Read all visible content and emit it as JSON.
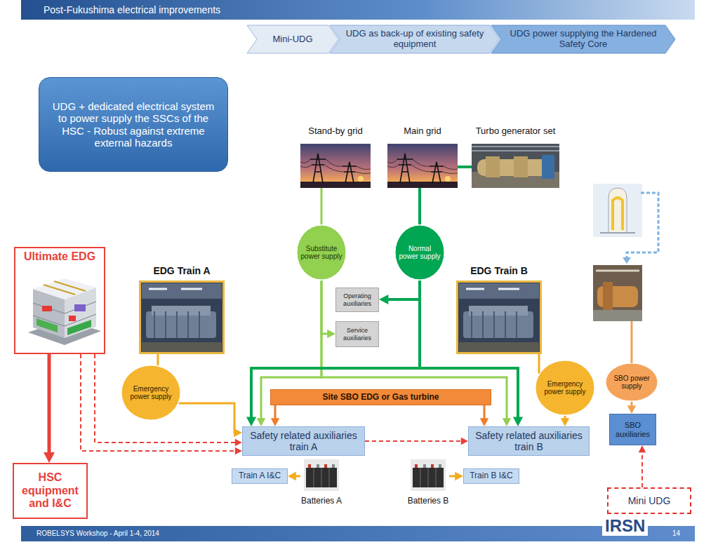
{
  "diagram": {
    "title": "Post-Fukushima electrical improvements",
    "nodes": [
      {
        "text": [
          "Mini-UDG"
        ]
      },
      {
        "text": [
          "UDG as back-up of existing safety equipment"
        ]
      },
      {
        "text": [
          "UDG power supplying the Hardened Safety Core"
        ]
      },
      {
        "text": [
          "UDG + dedicated electrical system to power supply the SSCs of the HSC - Robust against extreme external hazards"
        ]
      },
      {
        "text": [
          "Stand-by grid"
        ]
      },
      {
        "text": [
          "Main grid"
        ]
      },
      {
        "text": [
          "Turbo generator set"
        ]
      },
      {
        "text": [
          "Substitute power supply"
        ]
      },
      {
        "text": [
          "Normal power supply"
        ]
      },
      {
        "text": [
          "Ultimate EDG"
        ]
      },
      {
        "text": [
          "EDG Train A"
        ]
      },
      {
        "text": [
          "Operating auxiliaries"
        ]
      },
      {
        "text": [
          "Service auxiliaries"
        ]
      },
      {
        "text": [
          "EDG Train B"
        ]
      },
      {
        "text": [
          "Emergency power supply"
        ]
      },
      {
        "text": [
          "Emergency power supply"
        ]
      },
      {
        "text": [
          "Site SBO EDG or Gas turbine"
        ]
      },
      {
        "text": [
          "SBO power supply"
        ]
      },
      {
        "text": [
          "Safety related auxiliaries train A"
        ]
      },
      {
        "text": [
          "Safety related auxiliaries train B"
        ]
      },
      {
        "text": [
          "SBO auxiliaries"
        ]
      },
      {
        "text": [
          "HSC equipment and I&C"
        ]
      },
      {
        "text": [
          "Train A I&C"
        ]
      },
      {
        "text": [
          "Batteries A"
        ]
      },
      {
        "text": [
          "Batteries B"
        ]
      },
      {
        "text": [
          "Train B I&C"
        ]
      },
      {
        "text": [
          "Mini UDG"
        ]
      }
    ],
    "edges": [
      {
        "from": 4,
        "to": 7,
        "arrow": "none"
      },
      {
        "from": 5,
        "to": 8,
        "arrow": "none"
      },
      {
        "from": 6,
        "to": 5,
        "arrow": "none"
      },
      {
        "from": 7,
        "to": 12,
        "arrow": "to"
      },
      {
        "from": 7,
        "to": 18,
        "arrow": "to"
      },
      {
        "from": 7,
        "to": 19,
        "arrow": "to"
      },
      {
        "from": 8,
        "to": 11,
        "arrow": "to"
      },
      {
        "from": 8,
        "to": 18,
        "arrow": "to"
      },
      {
        "from": 8,
        "to": 19,
        "arrow": "to"
      },
      {
        "from": 10,
        "to": 14,
        "arrow": "none"
      },
      {
        "from": 14,
        "to": 18,
        "arrow": "to"
      },
      {
        "from": 13,
        "to": 15,
        "arrow": "none"
      },
      {
        "from": 15,
        "to": 19,
        "arrow": "to"
      },
      {
        "from": 16,
        "to": 18,
        "arrow": "to"
      },
      {
        "from": 16,
        "to": 19,
        "arrow": "to"
      },
      {
        "from": 17,
        "to": 20,
        "arrow": "to"
      },
      {
        "from": 9,
        "to": 21,
        "arrow": "to"
      },
      {
        "from": 9,
        "to": 18,
        "arrow": "to"
      },
      {
        "from": 9,
        "to": 18,
        "arrow": "to"
      },
      {
        "from": 18,
        "to": 19,
        "arrow": "to"
      },
      {
        "from": 23,
        "to": 22,
        "arrow": "to"
      },
      {
        "from": 24,
        "to": 25,
        "arrow": "to"
      },
      {
        "from": 26,
        "to": 20,
        "arrow": "to"
      }
    ],
    "labels": [
      "ROBELSYS Workshop - April 1-4, 2014",
      "IRSN",
      "14"
    ]
  }
}
